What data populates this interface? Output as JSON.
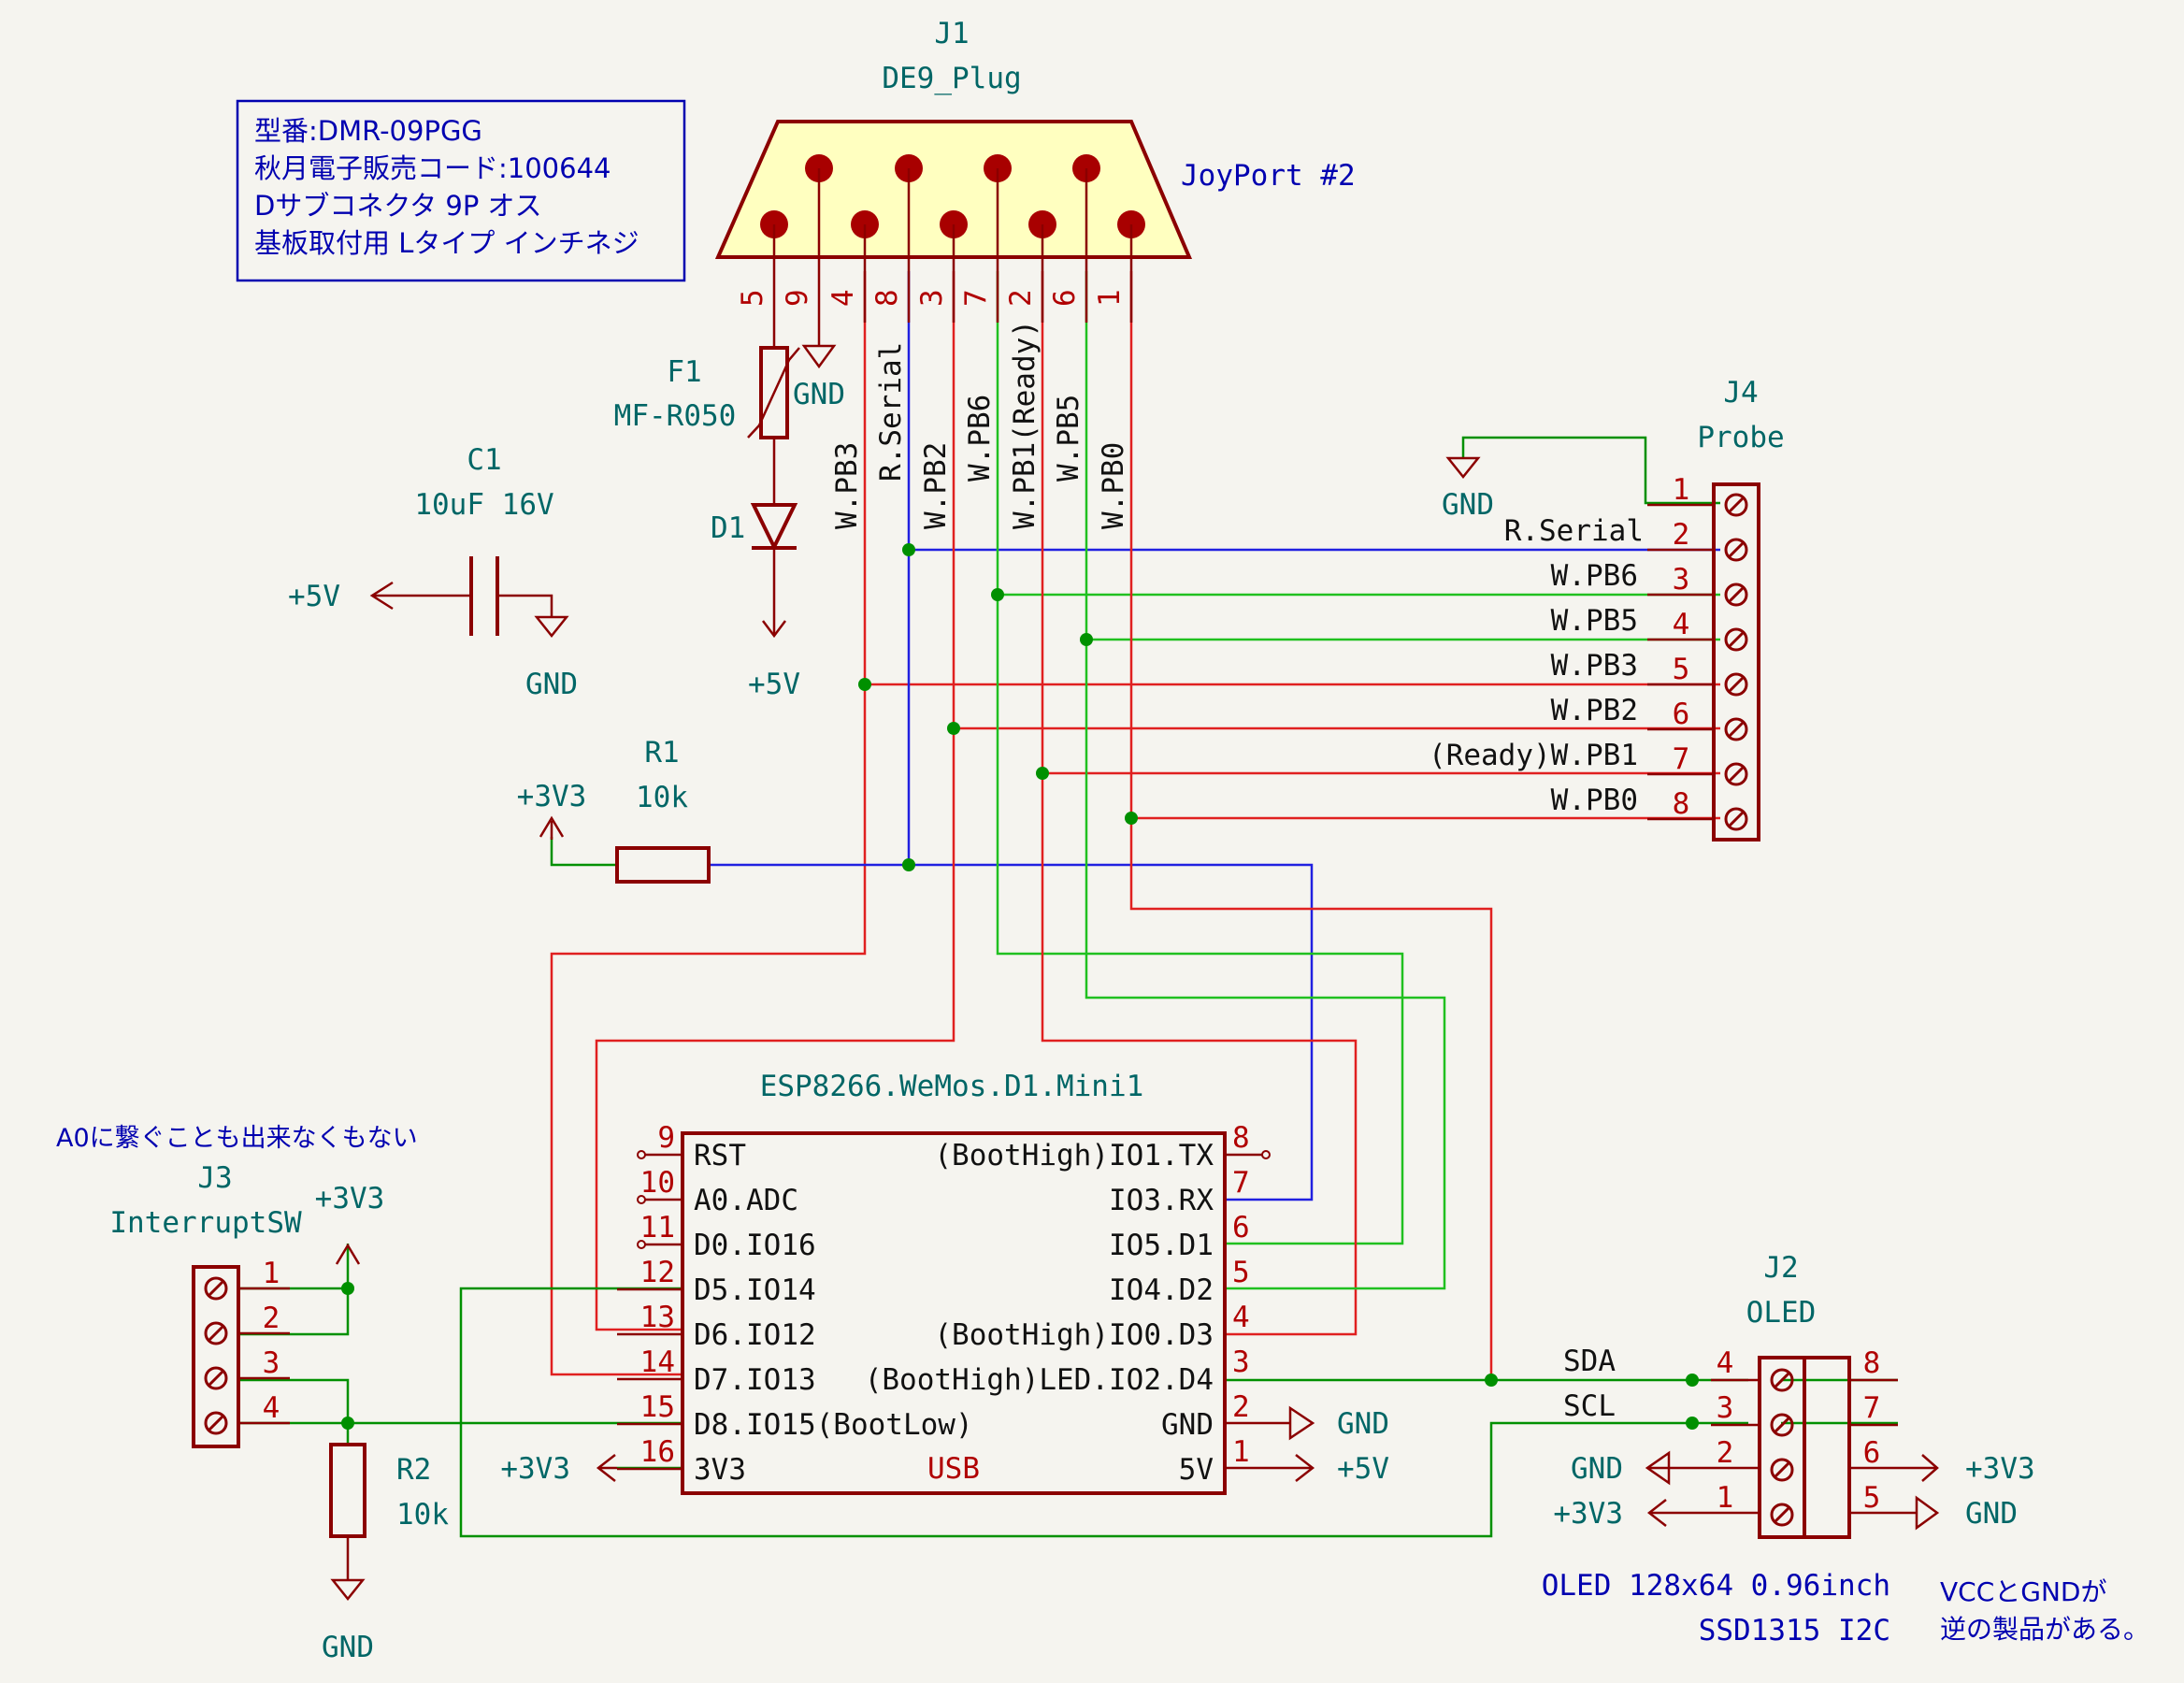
{
  "j1": {
    "ref": "J1",
    "value": "DE9_Plug",
    "port": "JoyPort #2",
    "pins": [
      "5",
      "9",
      "4",
      "8",
      "3",
      "7",
      "2",
      "6",
      "1"
    ]
  },
  "note_box": {
    "lines": [
      "型番:DMR-09PGG",
      "秋月電子販売コード:100644",
      "Dサブコネクタ 9P オス",
      "基板取付用 Lタイプ インチネジ"
    ]
  },
  "f1": {
    "ref": "F1",
    "value": "MF-R050"
  },
  "d1": {
    "ref": "D1"
  },
  "c1": {
    "ref": "C1",
    "value": "10uF 16V"
  },
  "r1": {
    "ref": "R1",
    "value": "10k"
  },
  "r2": {
    "ref": "R2",
    "value": "10k"
  },
  "power": {
    "p5v": "+5V",
    "p3v3": "+3V3",
    "gnd": "GND"
  },
  "j1_nets": [
    "W.PB3",
    "R.Serial",
    "W.PB2",
    "W.PB6",
    "W.PB1(Ready)",
    "W.PB5",
    "W.PB0"
  ],
  "j4": {
    "ref": "J4",
    "value": "Probe",
    "pins": [
      "1",
      "2",
      "3",
      "4",
      "5",
      "6",
      "7",
      "8"
    ],
    "labels": [
      "R.Serial",
      "W.PB6",
      "W.PB5",
      "W.PB3",
      "W.PB2",
      "(Ready)W.PB1",
      "W.PB0"
    ]
  },
  "u1": {
    "name": "ESP8266.WeMos.D1.Mini1",
    "usb": "USB",
    "left_pins": [
      {
        "num": "9",
        "name": "RST"
      },
      {
        "num": "10",
        "name": "A0.ADC"
      },
      {
        "num": "11",
        "name": "D0.IO16"
      },
      {
        "num": "12",
        "name": "D5.IO14"
      },
      {
        "num": "13",
        "name": "D6.IO12"
      },
      {
        "num": "14",
        "name": "D7.IO13"
      },
      {
        "num": "15",
        "name": "D8.IO15(BootLow)"
      },
      {
        "num": "16",
        "name": "3V3"
      }
    ],
    "right_pins": [
      {
        "num": "8",
        "name": "(BootHigh)IO1.TX"
      },
      {
        "num": "7",
        "name": "IO3.RX"
      },
      {
        "num": "6",
        "name": "IO5.D1"
      },
      {
        "num": "5",
        "name": "IO4.D2"
      },
      {
        "num": "4",
        "name": "(BootHigh)IO0.D3"
      },
      {
        "num": "3",
        "name": "(BootHigh)LED.IO2.D4"
      },
      {
        "num": "2",
        "name": "GND"
      },
      {
        "num": "1",
        "name": "5V"
      }
    ]
  },
  "j3": {
    "ref": "J3",
    "value": "InterruptSW",
    "note": "A0に繋ぐことも出来なくもない",
    "pins": [
      "1",
      "2",
      "3",
      "4"
    ]
  },
  "j2": {
    "ref": "J2",
    "value": "OLED",
    "sda": "SDA",
    "scl": "SCL",
    "left_pins": [
      "4",
      "3",
      "2",
      "1"
    ],
    "right_pins": [
      "8",
      "7",
      "6",
      "5"
    ],
    "desc1": "OLED 128x64 0.96inch",
    "desc2": "SSD1315 I2C",
    "warn1": "VCCとGNDが",
    "warn2": "逆の製品がある。"
  }
}
